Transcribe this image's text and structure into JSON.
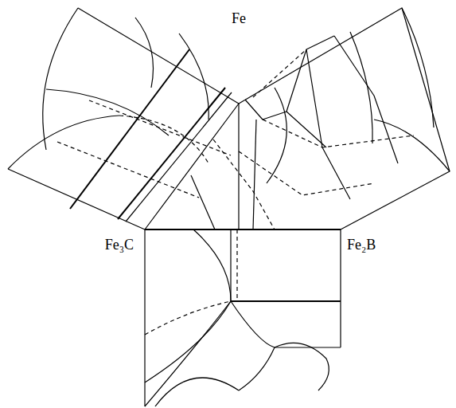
{
  "diagram": {
    "labels": [
      "Fe",
      "Fe₃C",
      "Fe₂B"
    ]
  }
}
